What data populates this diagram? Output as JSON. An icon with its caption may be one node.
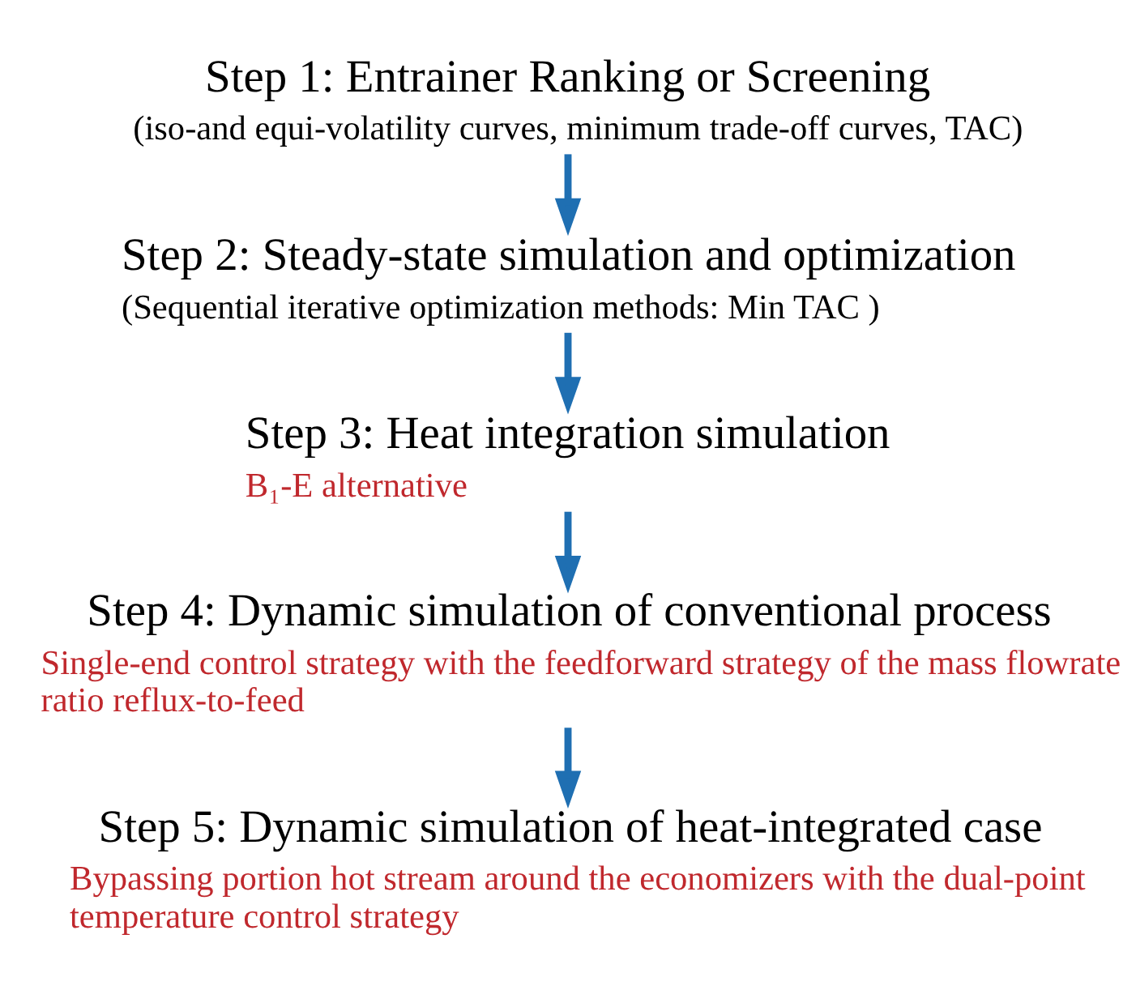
{
  "diagram": {
    "nodes": [
      {
        "text": [
          "Step 1: Entrainer Ranking or Screening",
          "(iso-and equi-volatility curves, minimum trade-off curves, TAC)"
        ]
      },
      {
        "text": [
          "Step 2: Steady-state simulation and optimization",
          "(Sequential iterative optimization methods: Min TAC )"
        ]
      },
      {
        "text": [
          "Step 3: Heat integration simulation",
          "B₁-E alternative"
        ]
      },
      {
        "text": [
          "Step 4: Dynamic simulation of conventional process",
          "Single-end control strategy with the feedforward strategy of the mass flowrate ratio reflux-to-feed"
        ]
      },
      {
        "text": [
          "Step 5: Dynamic simulation of heat-integrated case",
          "Bypassing portion hot stream around the economizers with the dual-point temperature control strategy"
        ]
      }
    ],
    "edges": [
      {
        "from": 0,
        "to": 1,
        "arrow": "to"
      },
      {
        "from": 1,
        "to": 2,
        "arrow": "to"
      },
      {
        "from": 2,
        "to": 3,
        "arrow": "to"
      },
      {
        "from": 3,
        "to": 4,
        "arrow": "to"
      }
    ]
  }
}
